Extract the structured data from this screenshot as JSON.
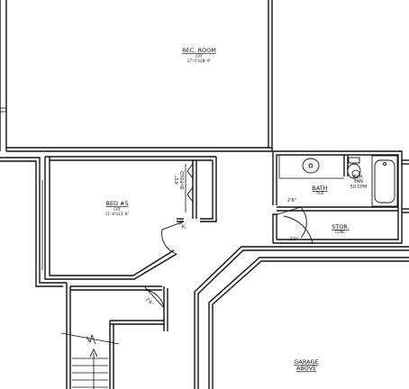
{
  "rooms": {
    "rec_room": {
      "name": "REC. ROOM",
      "floor": "CPT",
      "size": "27'-0\"x28'-0\""
    },
    "bed5": {
      "name": "BED #5",
      "floor": "CPT",
      "size": "11'-8\"x13'-8\""
    },
    "bath": {
      "name": "BATH",
      "floor": "TILE"
    },
    "stor": {
      "name": "STOR.",
      "floor": "CONC."
    },
    "garage": {
      "name1": "GARAGE",
      "name2": "ABOVE"
    }
  },
  "fixtures": {
    "fan": {
      "line1": "EXH.",
      "line2": "FAN",
      "line3": "50 CFM"
    },
    "bifold": {
      "size": "4'0\"",
      "type": "BI-FOLD"
    }
  },
  "doors": {
    "bed_door": "2'6\"",
    "hall_door": "2'6\"",
    "bath_door": "2'6\"",
    "stor_door": "2'0\""
  }
}
